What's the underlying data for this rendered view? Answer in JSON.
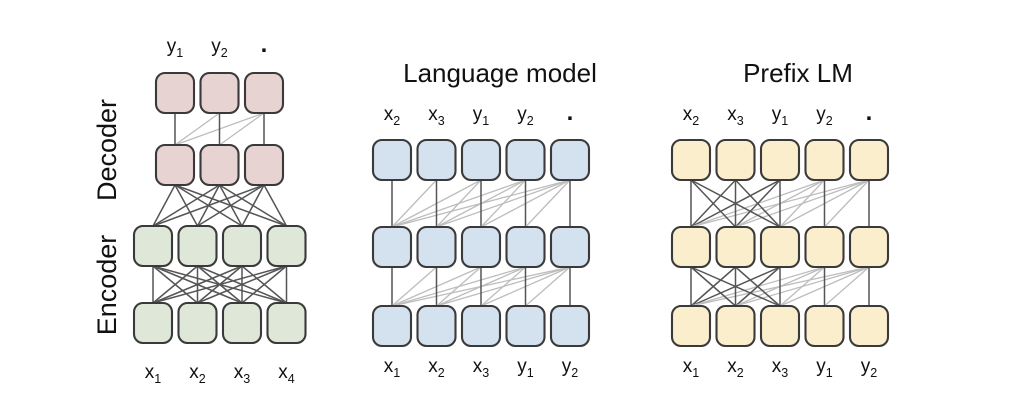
{
  "figure": {
    "background": "#ffffff",
    "edge_color_dark": "#555555",
    "edge_color_light": "#bdbdbd",
    "node_stroke": "#3a3a3a"
  },
  "panels": [
    {
      "id": "encoder-decoder",
      "title": "",
      "side_labels": [
        {
          "id": "decoder-label",
          "text": "Decoder"
        },
        {
          "id": "encoder-label",
          "text": "Encoder"
        }
      ],
      "colors": {
        "decoder": "#e8d3d3",
        "encoder": "#dfe8d8"
      },
      "top_tokens": [
        {
          "base": "y",
          "sub": "1"
        },
        {
          "base": "y",
          "sub": "2"
        },
        {
          "base": ".",
          "sub": ""
        }
      ],
      "bottom_tokens": [
        {
          "base": "x",
          "sub": "1"
        },
        {
          "base": "x",
          "sub": "2"
        },
        {
          "base": "x",
          "sub": "3"
        },
        {
          "base": "x",
          "sub": "4"
        }
      ],
      "rows": [
        {
          "id": "decoder-top",
          "role": "decoder",
          "count": 3
        },
        {
          "id": "decoder-bottom",
          "role": "decoder",
          "count": 3
        },
        {
          "id": "encoder-top",
          "role": "encoder",
          "count": 4
        },
        {
          "id": "encoder-bottom",
          "role": "encoder",
          "count": 4
        }
      ],
      "attention": [
        {
          "from": "decoder-bottom",
          "to": "decoder-top",
          "pattern": "causal"
        },
        {
          "from": "encoder-top",
          "to": "decoder-bottom",
          "pattern": "full-cross"
        },
        {
          "from": "encoder-bottom",
          "to": "encoder-top",
          "pattern": "fully-visible"
        }
      ]
    },
    {
      "id": "language-model",
      "title": "Language model",
      "side_labels": [],
      "colors": {
        "node": "#d4e1ef"
      },
      "top_tokens": [
        {
          "base": "x",
          "sub": "2"
        },
        {
          "base": "x",
          "sub": "3"
        },
        {
          "base": "y",
          "sub": "1"
        },
        {
          "base": "y",
          "sub": "2"
        },
        {
          "base": ".",
          "sub": ""
        }
      ],
      "bottom_tokens": [
        {
          "base": "x",
          "sub": "1"
        },
        {
          "base": "x",
          "sub": "2"
        },
        {
          "base": "x",
          "sub": "3"
        },
        {
          "base": "y",
          "sub": "1"
        },
        {
          "base": "y",
          "sub": "2"
        }
      ],
      "rows": [
        {
          "id": "lm-row-3",
          "role": "node",
          "count": 5
        },
        {
          "id": "lm-row-2",
          "role": "node",
          "count": 5
        },
        {
          "id": "lm-row-1",
          "role": "node",
          "count": 5
        }
      ],
      "attention": [
        {
          "from": "lm-row-1",
          "to": "lm-row-2",
          "pattern": "causal"
        },
        {
          "from": "lm-row-2",
          "to": "lm-row-3",
          "pattern": "causal"
        }
      ]
    },
    {
      "id": "prefix-lm",
      "title": "Prefix LM",
      "side_labels": [],
      "colors": {
        "node": "#fbeecd"
      },
      "prefix_length": 3,
      "top_tokens": [
        {
          "base": "x",
          "sub": "2"
        },
        {
          "base": "x",
          "sub": "3"
        },
        {
          "base": "y",
          "sub": "1"
        },
        {
          "base": "y",
          "sub": "2"
        },
        {
          "base": ".",
          "sub": ""
        }
      ],
      "bottom_tokens": [
        {
          "base": "x",
          "sub": "1"
        },
        {
          "base": "x",
          "sub": "2"
        },
        {
          "base": "x",
          "sub": "3"
        },
        {
          "base": "y",
          "sub": "1"
        },
        {
          "base": "y",
          "sub": "2"
        }
      ],
      "rows": [
        {
          "id": "px-row-3",
          "role": "node",
          "count": 5
        },
        {
          "id": "px-row-2",
          "role": "node",
          "count": 5
        },
        {
          "id": "px-row-1",
          "role": "node",
          "count": 5
        }
      ],
      "attention": [
        {
          "from": "px-row-1",
          "to": "px-row-2",
          "pattern": "prefix"
        },
        {
          "from": "px-row-2",
          "to": "px-row-3",
          "pattern": "prefix"
        }
      ]
    }
  ]
}
